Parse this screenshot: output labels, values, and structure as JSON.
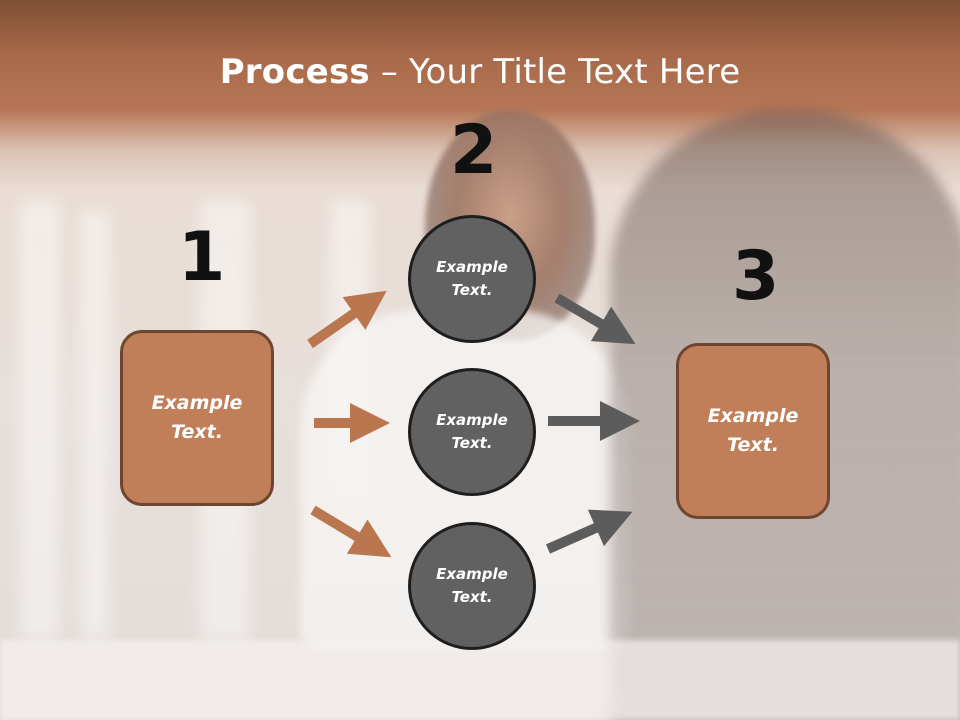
{
  "title": {
    "bold": "Process",
    "rest": " – Your Title Text Here"
  },
  "steps": {
    "one": {
      "number": "1",
      "label": "Example Text."
    },
    "two": {
      "number": "2"
    },
    "three": {
      "number": "3",
      "label": "Example Text."
    }
  },
  "circles": [
    {
      "label": "Example Text."
    },
    {
      "label": "Example Text."
    },
    {
      "label": "Example Text."
    }
  ],
  "colors": {
    "box_fill": "#c07f58",
    "box_border": "#6e4630",
    "circle_fill": "#616161",
    "circle_border": "#1e1e1e",
    "arrow_brown": "#b9764f",
    "arrow_gray": "#5c5c5c"
  }
}
